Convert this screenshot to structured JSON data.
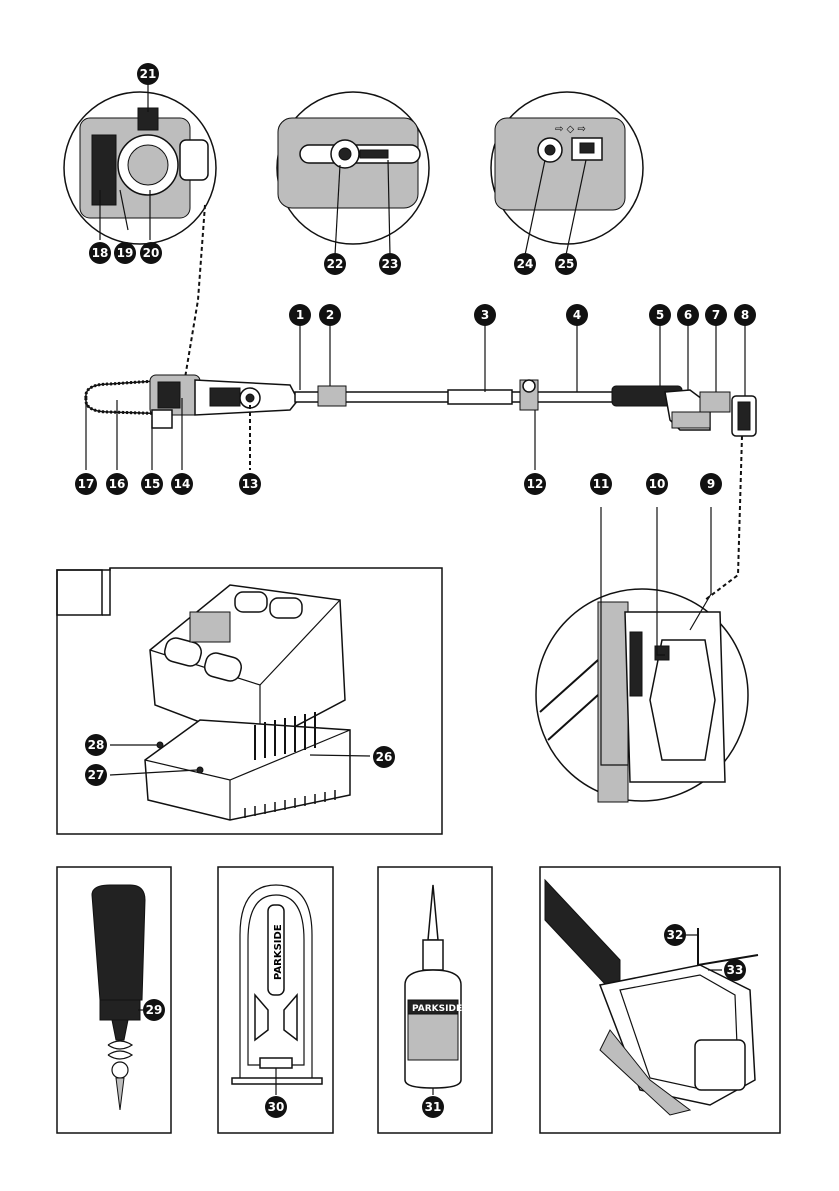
{
  "labels": {
    "l1": "1",
    "l2": "2",
    "l3": "3",
    "l4": "4",
    "l5": "5",
    "l6": "6",
    "l7": "7",
    "l8": "8",
    "l9": "9",
    "l10": "10",
    "l11": "11",
    "l12": "12",
    "l13": "13",
    "l14": "14",
    "l15": "15",
    "l16": "16",
    "l17": "17",
    "l18": "18",
    "l19": "19",
    "l20": "20",
    "l21": "21",
    "l22": "22",
    "l23": "23",
    "l24": "24",
    "l25": "25",
    "l26": "26",
    "l27": "27",
    "l28": "28",
    "l29": "29",
    "l30": "30",
    "l31": "31",
    "l32": "32",
    "l33": "33"
  },
  "texts": {
    "bottle_brand": "PARKSIDE",
    "cover_brand": "PARKSIDE"
  }
}
